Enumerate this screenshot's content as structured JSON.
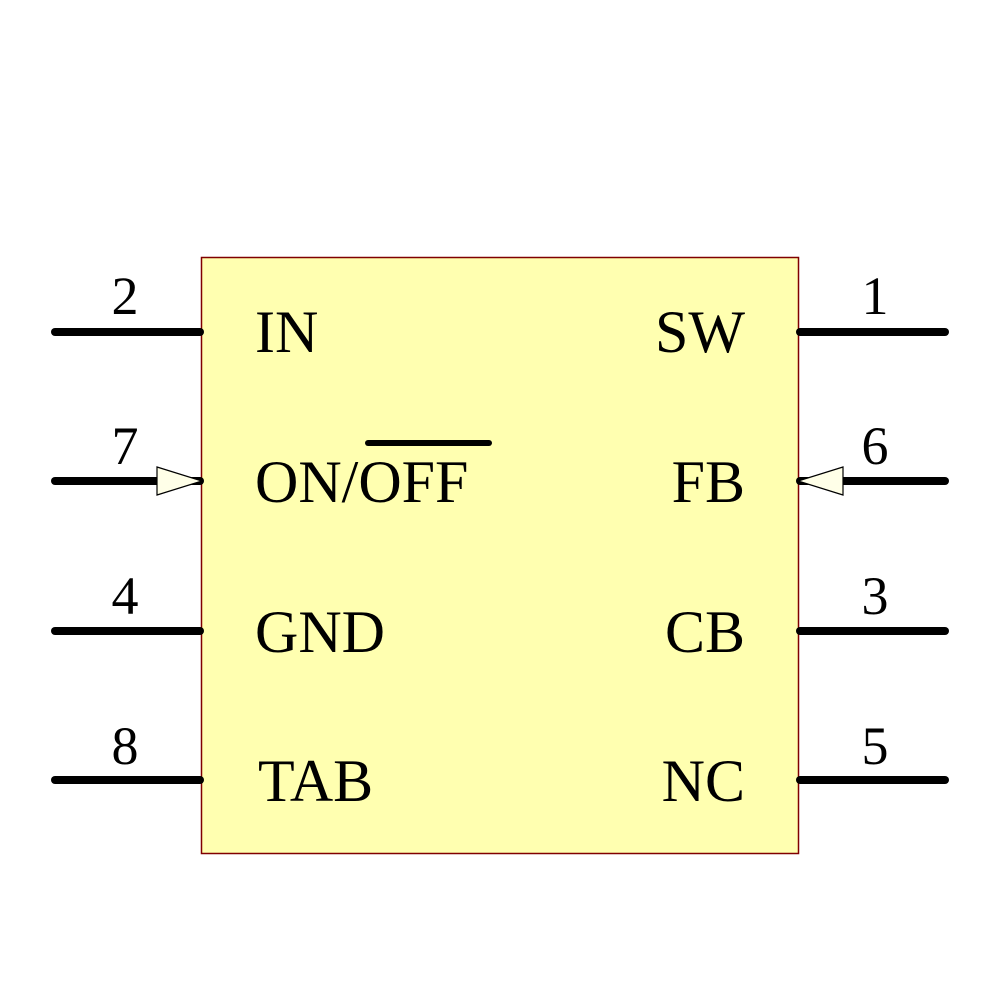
{
  "symbol": {
    "body_fill": "#FFFFB0",
    "body_stroke": "#800000",
    "pin_color": "#000000",
    "arrow_fill": "#FFFFE8"
  },
  "left_pins": [
    {
      "number": "2",
      "name": "IN",
      "input_arrow": false
    },
    {
      "number": "7",
      "name_plain": "ON/",
      "name_overbar": "OFF",
      "input_arrow": true
    },
    {
      "number": "4",
      "name": "GND",
      "input_arrow": false
    },
    {
      "number": "8",
      "name": "TAB",
      "input_arrow": false
    }
  ],
  "right_pins": [
    {
      "number": "1",
      "name": "SW",
      "input_arrow": false
    },
    {
      "number": "6",
      "name": "FB",
      "input_arrow": true
    },
    {
      "number": "3",
      "name": "CB",
      "input_arrow": false
    },
    {
      "number": "5",
      "name": "NC",
      "input_arrow": false
    }
  ]
}
